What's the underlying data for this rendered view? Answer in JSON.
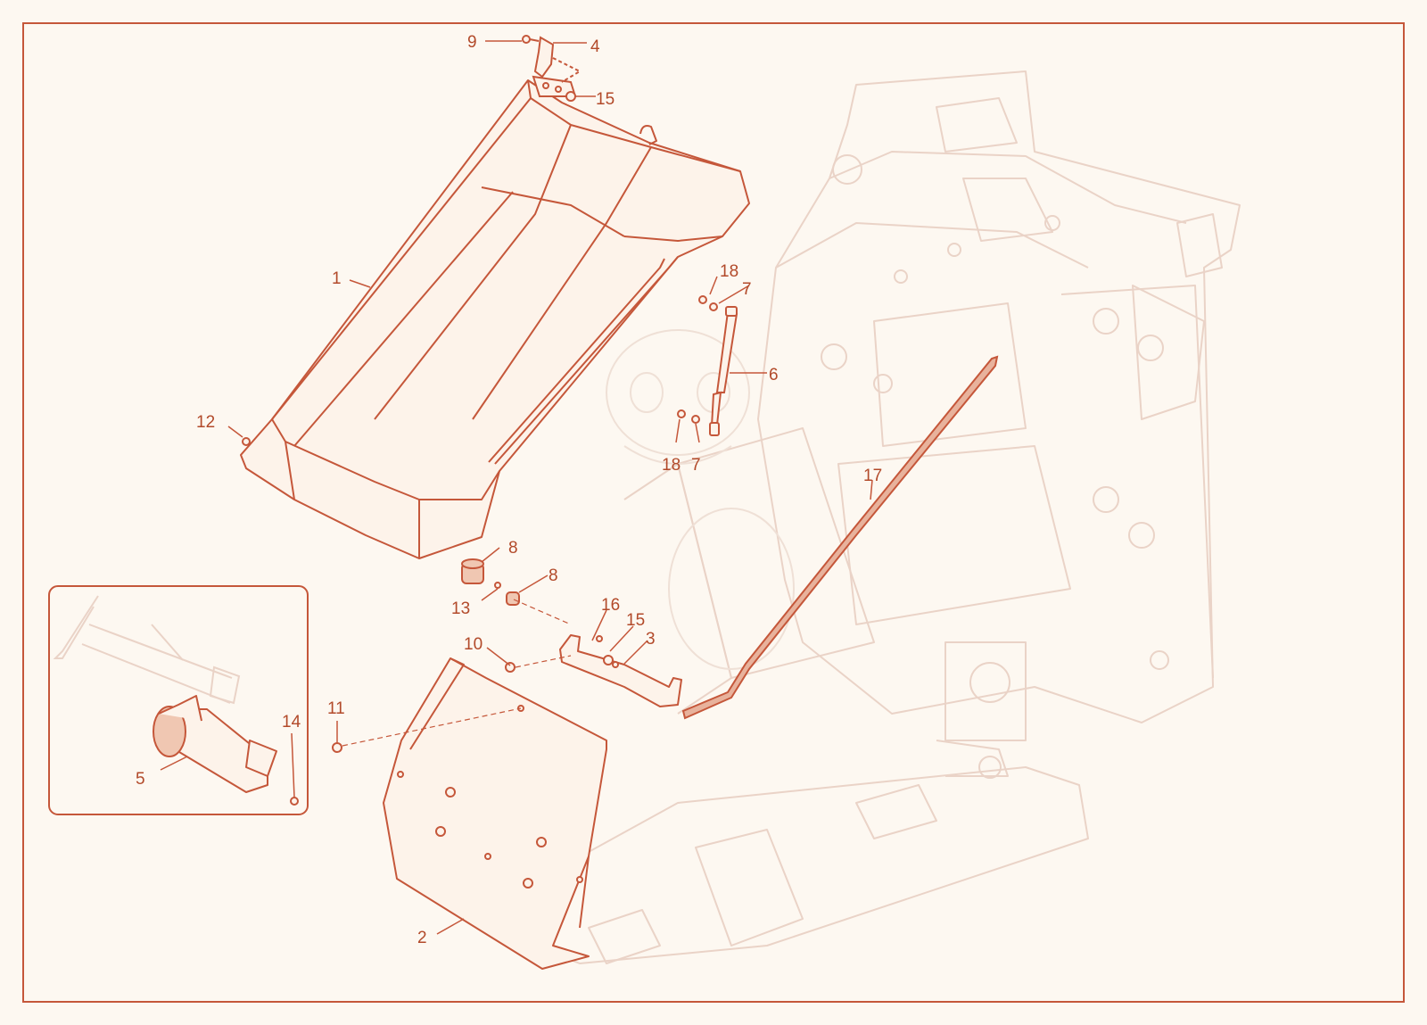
{
  "diagram": {
    "type": "exploded-parts-diagram",
    "colors": {
      "background": "#fdf8f1",
      "frame": "#c5573a",
      "part_line": "#c5573a",
      "part_fill": "#fdf3ea",
      "ghost_line": "#ead3c7",
      "label": "#b24a2a",
      "seal_fill": "#e8b29c"
    },
    "callouts": [
      {
        "id": "c9",
        "text": "9"
      },
      {
        "id": "c4",
        "text": "4"
      },
      {
        "id": "c15a",
        "text": "15"
      },
      {
        "id": "c1",
        "text": "1"
      },
      {
        "id": "c18a",
        "text": "18"
      },
      {
        "id": "c7a",
        "text": "7"
      },
      {
        "id": "c6",
        "text": "6"
      },
      {
        "id": "c12",
        "text": "12"
      },
      {
        "id": "c18b",
        "text": "18"
      },
      {
        "id": "c7b",
        "text": "7"
      },
      {
        "id": "c17",
        "text": "17"
      },
      {
        "id": "c8a",
        "text": "8"
      },
      {
        "id": "c8b",
        "text": "8"
      },
      {
        "id": "c13",
        "text": "13"
      },
      {
        "id": "c16",
        "text": "16"
      },
      {
        "id": "c15b",
        "text": "15"
      },
      {
        "id": "c3",
        "text": "3"
      },
      {
        "id": "c10",
        "text": "10"
      },
      {
        "id": "c11",
        "text": "11"
      },
      {
        "id": "c14",
        "text": "14"
      },
      {
        "id": "c5",
        "text": "5"
      },
      {
        "id": "c2",
        "text": "2"
      }
    ]
  }
}
